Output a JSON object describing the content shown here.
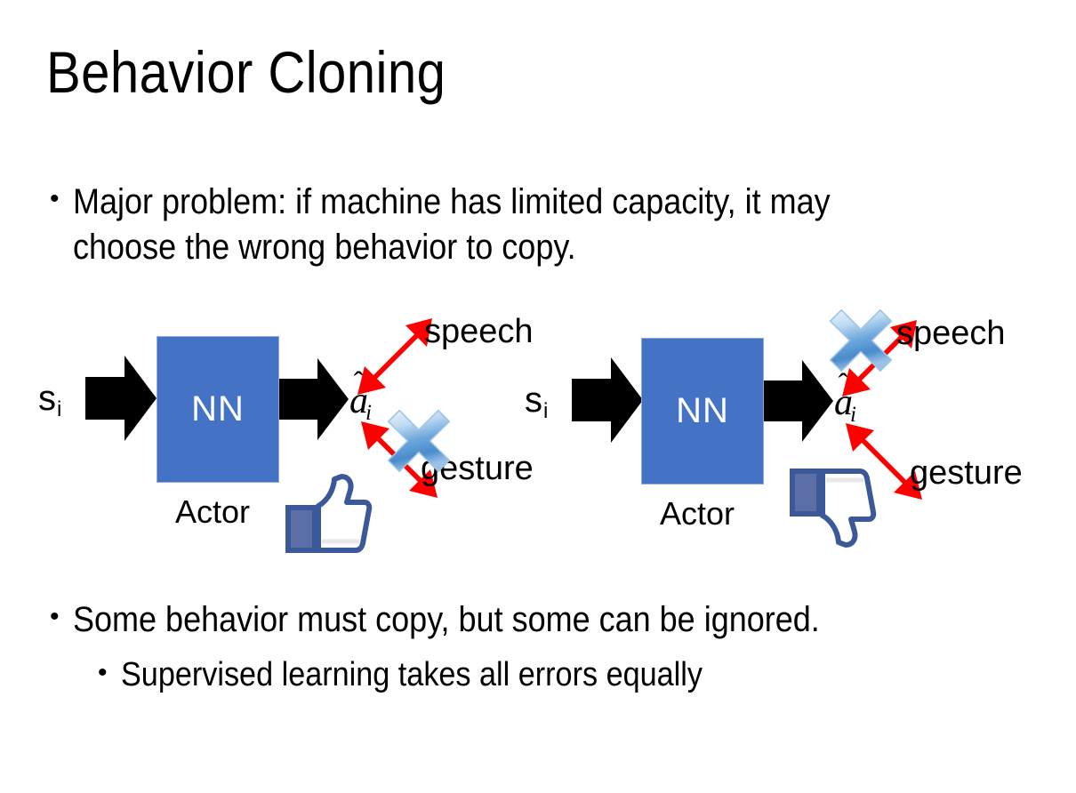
{
  "slide": {
    "title": "Behavior Cloning",
    "background_color": "#FFFFFF",
    "bullets": [
      {
        "level": 1,
        "marker": "•",
        "text": "Major problem: if machine has limited capacity, it may choose the wrong behavior to copy."
      },
      {
        "level": 1,
        "marker": "•",
        "text": "Some behavior must copy, but some can be ignored."
      },
      {
        "level": 2,
        "marker": "•",
        "text": "Supervised learning takes all errors equally"
      }
    ]
  },
  "diagram": {
    "colors": {
      "nn_fill": "#4472C4",
      "nn_border": "#8EA9DB",
      "arrow_black": "#000000",
      "arrow_red": "#FF0000",
      "x_blue_light": "#DCEBF7",
      "x_blue_mid": "#5B9BD5",
      "x_blue_dark": "#2E75B6",
      "thumb_outline": "#3B5998",
      "thumb_fill": "#FFFFFF",
      "thumb_cuff": "#5B6FA6"
    },
    "panels": [
      {
        "id": "left",
        "input_label": "s",
        "input_subscript": "i",
        "box_label": "NN",
        "caption": "Actor",
        "output_symbol": "a",
        "output_subscript": "i",
        "output_hat": "ˆ",
        "branches": [
          {
            "name": "speech",
            "label": "speech",
            "direction": "up-right",
            "crossed_out": false
          },
          {
            "name": "gesture",
            "label": "gesture",
            "direction": "down-right",
            "crossed_out": true
          }
        ],
        "verdict_icon": "thumbs-up-icon",
        "verdict": "approve"
      },
      {
        "id": "right",
        "input_label": "s",
        "input_subscript": "i",
        "box_label": "NN",
        "caption": "Actor",
        "output_symbol": "a",
        "output_subscript": "i",
        "output_hat": "ˆ",
        "branches": [
          {
            "name": "speech",
            "label": "speech",
            "direction": "up-right",
            "crossed_out": true
          },
          {
            "name": "gesture",
            "label": "gesture",
            "direction": "down-right",
            "crossed_out": false
          }
        ],
        "verdict_icon": "thumbs-down-icon",
        "verdict": "reject"
      }
    ]
  }
}
